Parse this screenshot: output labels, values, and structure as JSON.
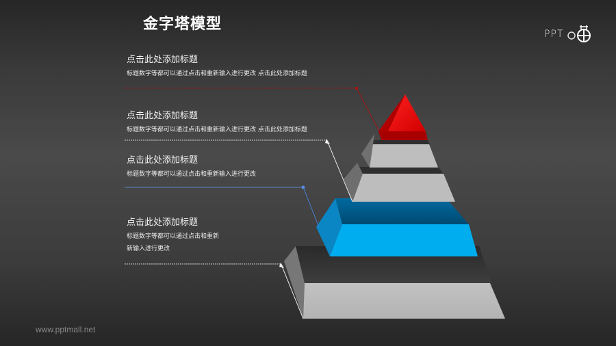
{
  "header": {
    "title": "金字塔模型",
    "logo_text": "PPT",
    "logo_icon": "ppt-tower-logo-icon"
  },
  "items": [
    {
      "title": "点击此处添加标题",
      "desc_lines": [
        "标题数字等都可以通过点击和重新输入进行更改 点击此处添加标题"
      ],
      "connector_color": "#8b1a1a",
      "target_layer": "red-apex"
    },
    {
      "title": "点击此处添加标题",
      "desc_lines": [
        "标题数字等都可以通过点击和重新输入进行更改 点击此处添加标题"
      ],
      "connector_color": "#d9d9d9",
      "target_layer": "gray-layer-2"
    },
    {
      "title": "点击此处添加标题",
      "desc_lines": [
        "标题数字等都可以通过点击和重新输入进行更改"
      ],
      "connector_color": "#4a7fd6",
      "target_layer": "blue-layer"
    },
    {
      "title": "点击此处添加标题",
      "desc_lines": [
        "标题数字等都可以通过点击和重新",
        "新输入进行更改"
      ],
      "connector_color": "#d9d9d9",
      "target_layer": "gray-base"
    }
  ],
  "pyramid": {
    "layers": [
      "red-apex",
      "gray-layer-2",
      "gray-layer-3",
      "blue-layer",
      "gray-base"
    ],
    "colors": {
      "red": "#e00000",
      "red_dark": "#a80000",
      "gray_face": "#bdbdbd",
      "gray_side": "#6e6e6e",
      "blue_face": "#00aef0",
      "blue_dark": "#005f8f",
      "blue_side": "#0a86c4"
    }
  },
  "footer": {
    "url": "www.pptmall.net"
  }
}
